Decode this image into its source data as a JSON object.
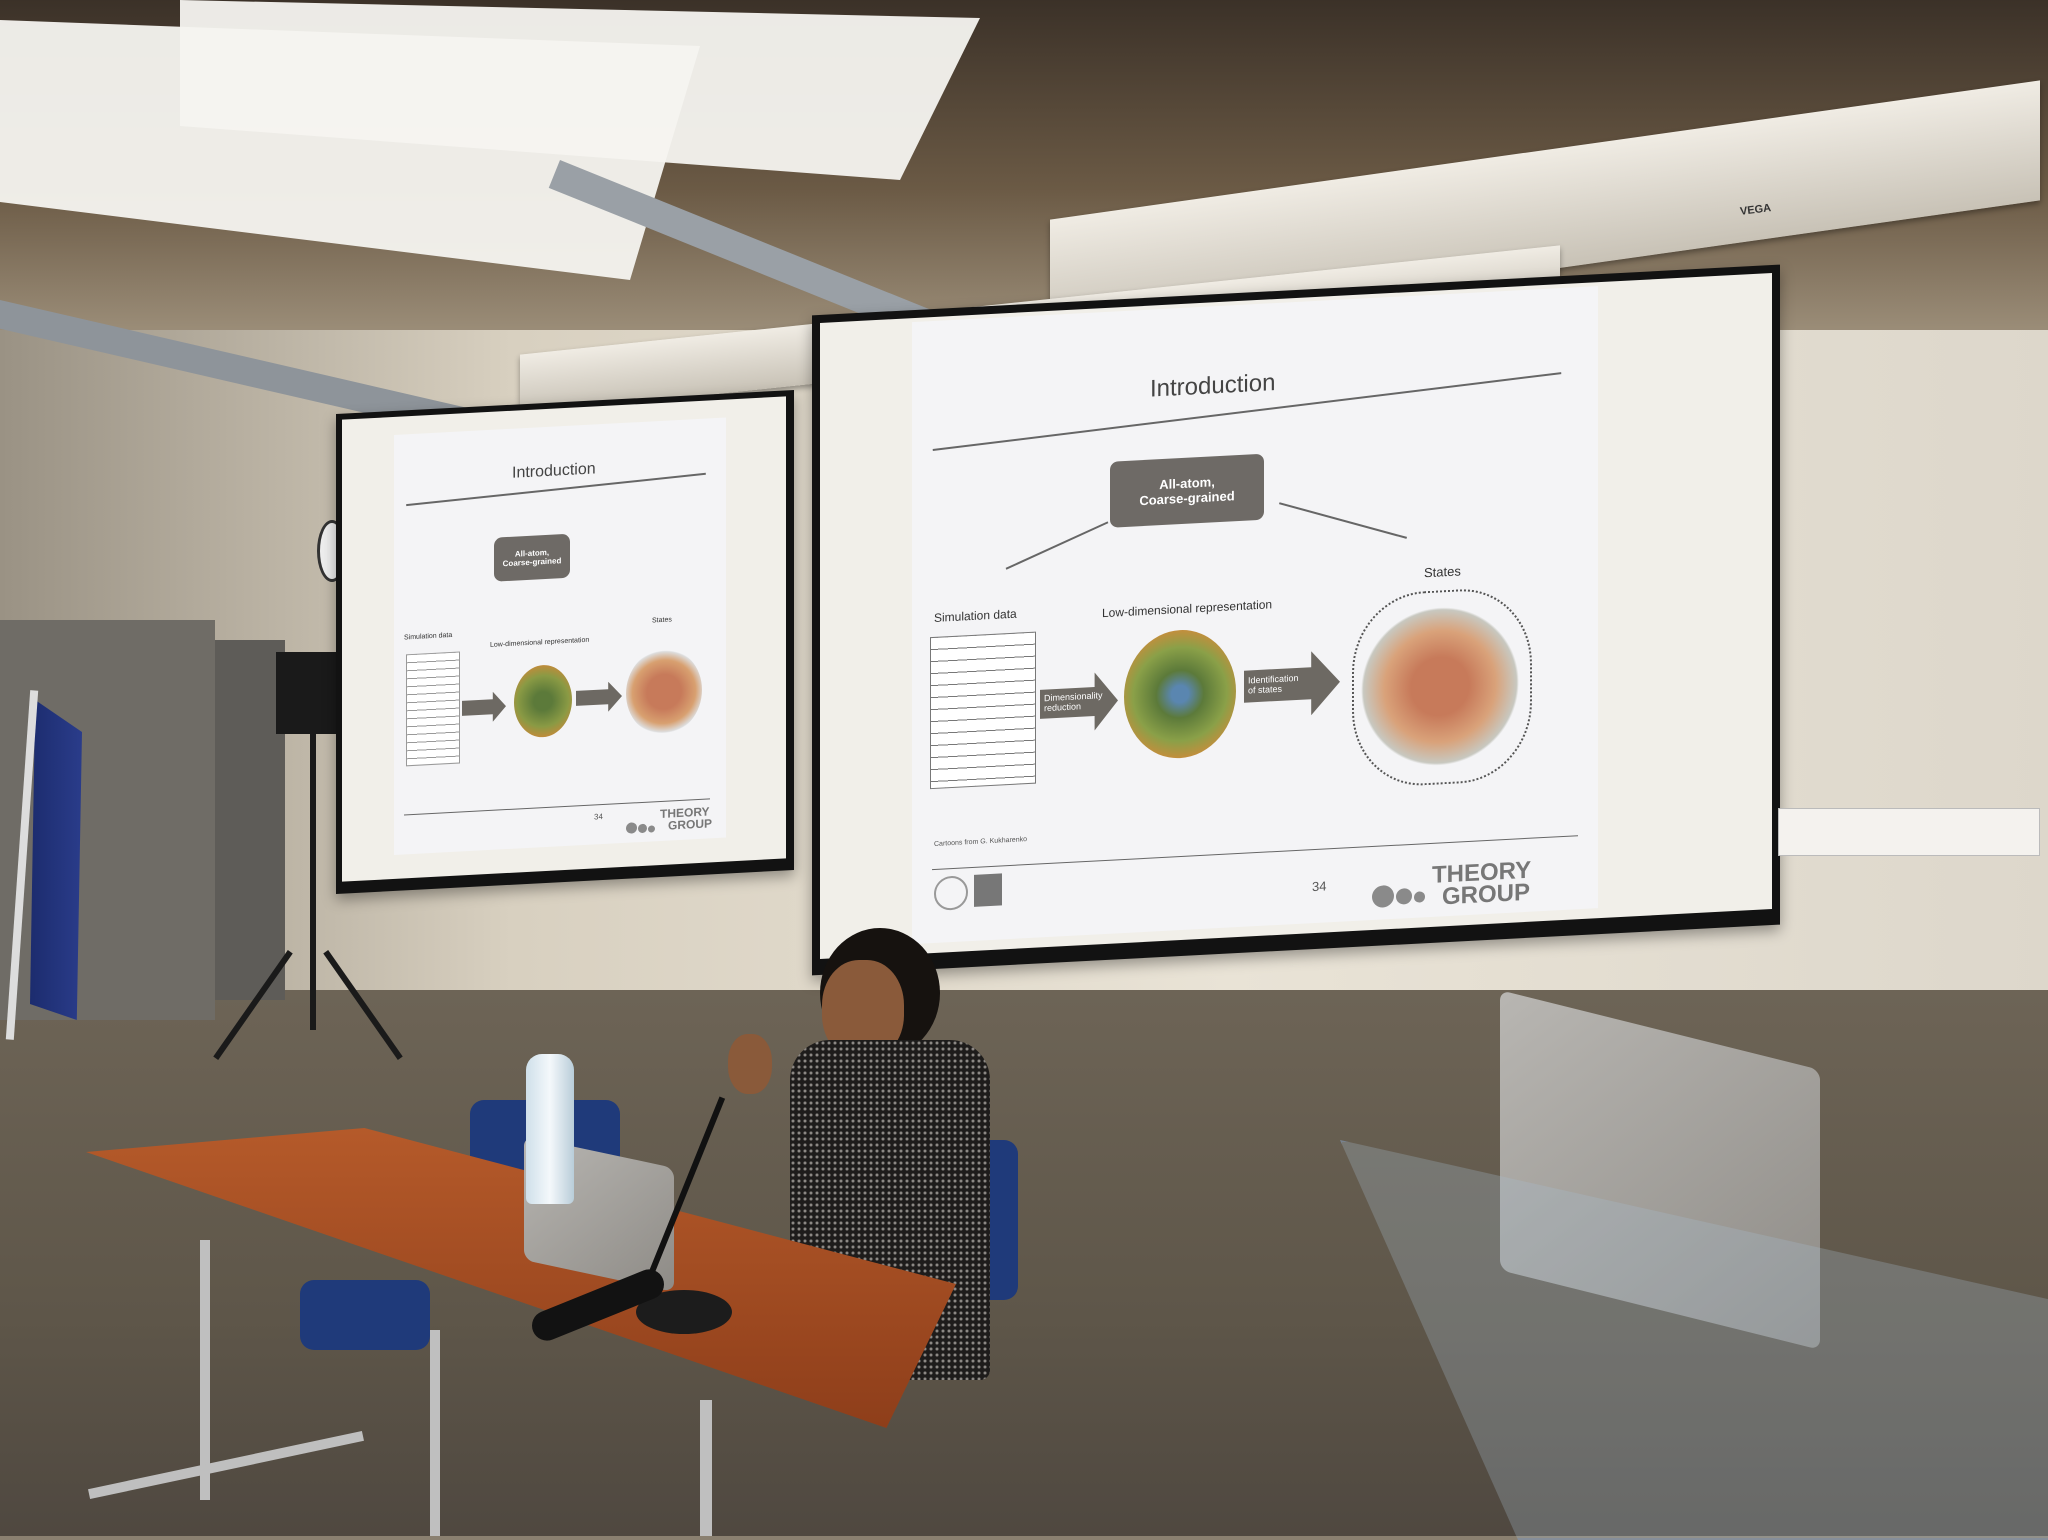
{
  "scene": {
    "description_free": true
  },
  "left_slide": {
    "title": "Introduction",
    "box_line1": "All-atom,",
    "box_line2": "Coarse-grained",
    "label_sim": "Simulation data",
    "label_low": "Low-dimensional representation",
    "label_states": "States",
    "page": "34",
    "brand_line1": "THEORY",
    "brand_line2": "GROUP"
  },
  "right_slide": {
    "title": "Introduction",
    "box_line1": "All-atom,",
    "box_line2": "Coarse-grained",
    "label_sim": "Simulation data",
    "label_low": "Low-dimensional representation",
    "label_states": "States",
    "arrow1_line1": "Dimensionality",
    "arrow1_line2": "reduction",
    "arrow2_line1": "Identification",
    "arrow2_line2": "of states",
    "credit": "Cartoons from G. Kukharenko",
    "page": "34",
    "brand_line1": "THEORY",
    "brand_line2": "GROUP"
  },
  "screen_brand": "VEGA",
  "colors": {
    "table": "#a14a22",
    "chair": "#1f3a7a",
    "box": "#6e6a66",
    "arrow": "#6d6963"
  }
}
